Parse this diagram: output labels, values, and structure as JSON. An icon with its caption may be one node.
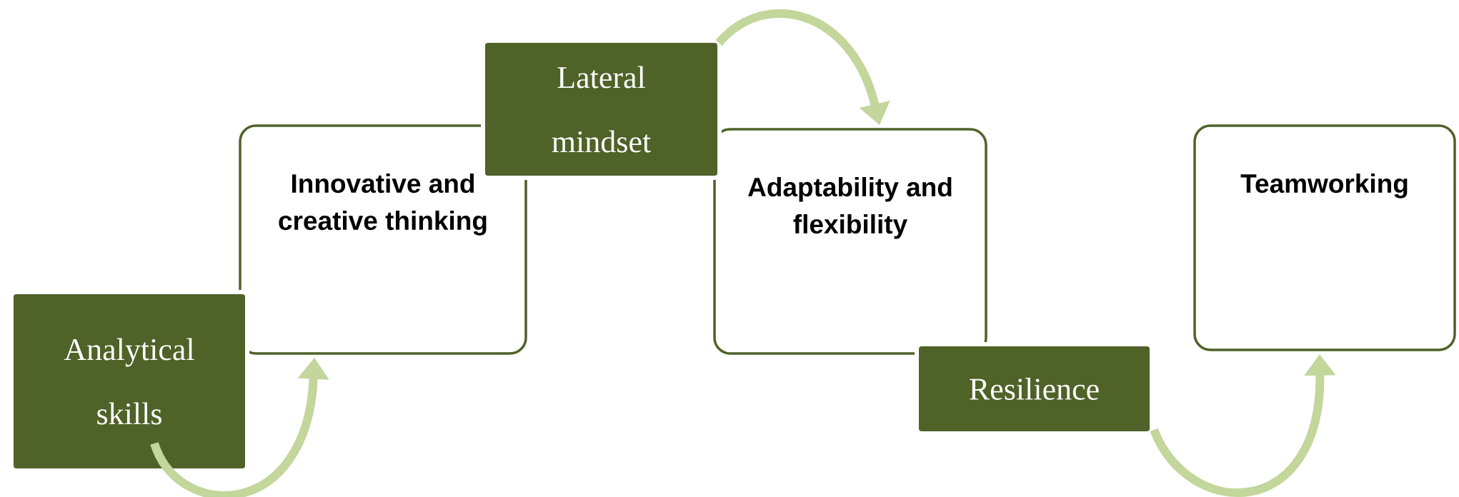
{
  "diagram": {
    "nodes": [
      {
        "text": [
          "Analytical skills"
        ]
      },
      {
        "text": [
          "Innovative and creative thinking"
        ]
      },
      {
        "text": [
          "Lateral mindset"
        ]
      },
      {
        "text": [
          "Adaptability and flexibility"
        ]
      },
      {
        "text": [
          "Resilience"
        ]
      },
      {
        "text": [
          "Teamworking"
        ]
      }
    ],
    "edges": [
      {
        "from": 0,
        "to": 1,
        "arrow": "to"
      },
      {
        "from": 2,
        "to": 3,
        "arrow": "to"
      },
      {
        "from": 4,
        "to": 5,
        "arrow": "to"
      }
    ]
  }
}
